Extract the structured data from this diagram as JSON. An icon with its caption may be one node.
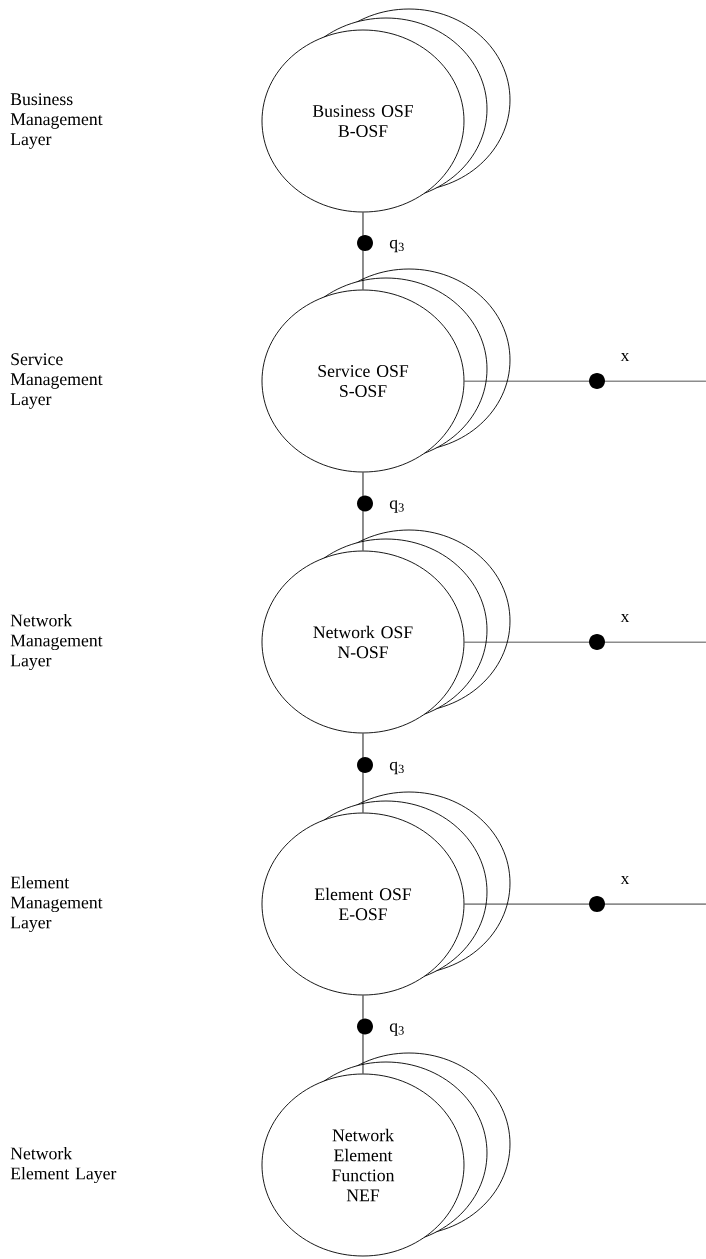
{
  "diagram": {
    "nodes": [
      {
        "text": [
          "Business OSF",
          "B-OSF"
        ]
      },
      {
        "text": [
          "Service OSF",
          "S-OSF"
        ]
      },
      {
        "text": [
          "Network OSF",
          "N-OSF"
        ]
      },
      {
        "text": [
          "Element OSF",
          "E-OSF"
        ]
      },
      {
        "text": [
          "Network Element Function",
          "NEF"
        ]
      }
    ],
    "edges": [
      {
        "from": 0,
        "to": 1,
        "arrow": "none",
        "label": "q$_{3}$"
      },
      {
        "from": 1,
        "to": null,
        "arrow": "none",
        "label": "x"
      },
      {
        "from": 1,
        "to": 2,
        "arrow": "none",
        "label": "q$_{3}$"
      },
      {
        "from": 2,
        "to": null,
        "arrow": "none",
        "label": "x"
      },
      {
        "from": 2,
        "to": 3,
        "arrow": "none",
        "label": "q$_{3}$"
      },
      {
        "from": 3,
        "to": null,
        "arrow": "none",
        "label": "x"
      },
      {
        "from": 3,
        "to": 4,
        "arrow": "none",
        "label": "q$_{3}$"
      }
    ],
    "labels": [
      "Business Management Layer",
      "Service Management Layer",
      "Network Management Layer",
      "Element Management Layer",
      "Network Element Layer"
    ]
  }
}
